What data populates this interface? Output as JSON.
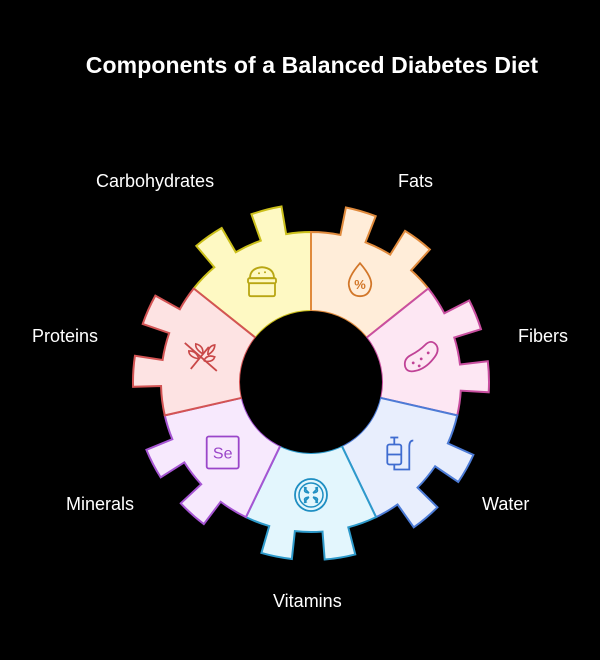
{
  "title": "Components of a Balanced Diabetes Diet",
  "segments": [
    {
      "id": "carbohydrates",
      "label": "Carbohydrates",
      "icon": "flour-bag-icon",
      "fill": "#FEF9C3",
      "stroke": "#CBBF1A",
      "icon_color": "#B8A613"
    },
    {
      "id": "fats",
      "label": "Fats",
      "icon": "oil-drop-percent-icon",
      "fill": "#FFEDD9",
      "stroke": "#E08A3C",
      "icon_color": "#D2772A"
    },
    {
      "id": "fibers",
      "label": "Fibers",
      "icon": "pickle-icon",
      "fill": "#FDE7F3",
      "stroke": "#C94FA0",
      "icon_color": "#C04296"
    },
    {
      "id": "water",
      "label": "Water",
      "icon": "iv-drip-icon",
      "fill": "#E8EEFD",
      "stroke": "#4C7BD6",
      "icon_color": "#3F6CD0"
    },
    {
      "id": "vitamins",
      "label": "Vitamins",
      "icon": "vitamin-pill-icon",
      "fill": "#E3F6FD",
      "stroke": "#2E9ACB",
      "icon_color": "#1E8EC2"
    },
    {
      "id": "minerals",
      "label": "Minerals",
      "icon": "selenium-element-icon",
      "fill": "#F7E9FD",
      "stroke": "#A655D3",
      "icon_color": "#9A46C9"
    },
    {
      "id": "proteins",
      "label": "Proteins",
      "icon": "no-wheat-icon",
      "fill": "#FDE3E3",
      "stroke": "#D35454",
      "icon_color": "#C94848"
    }
  ],
  "minerals_icon_text": "Se",
  "fats_icon_text": "%"
}
